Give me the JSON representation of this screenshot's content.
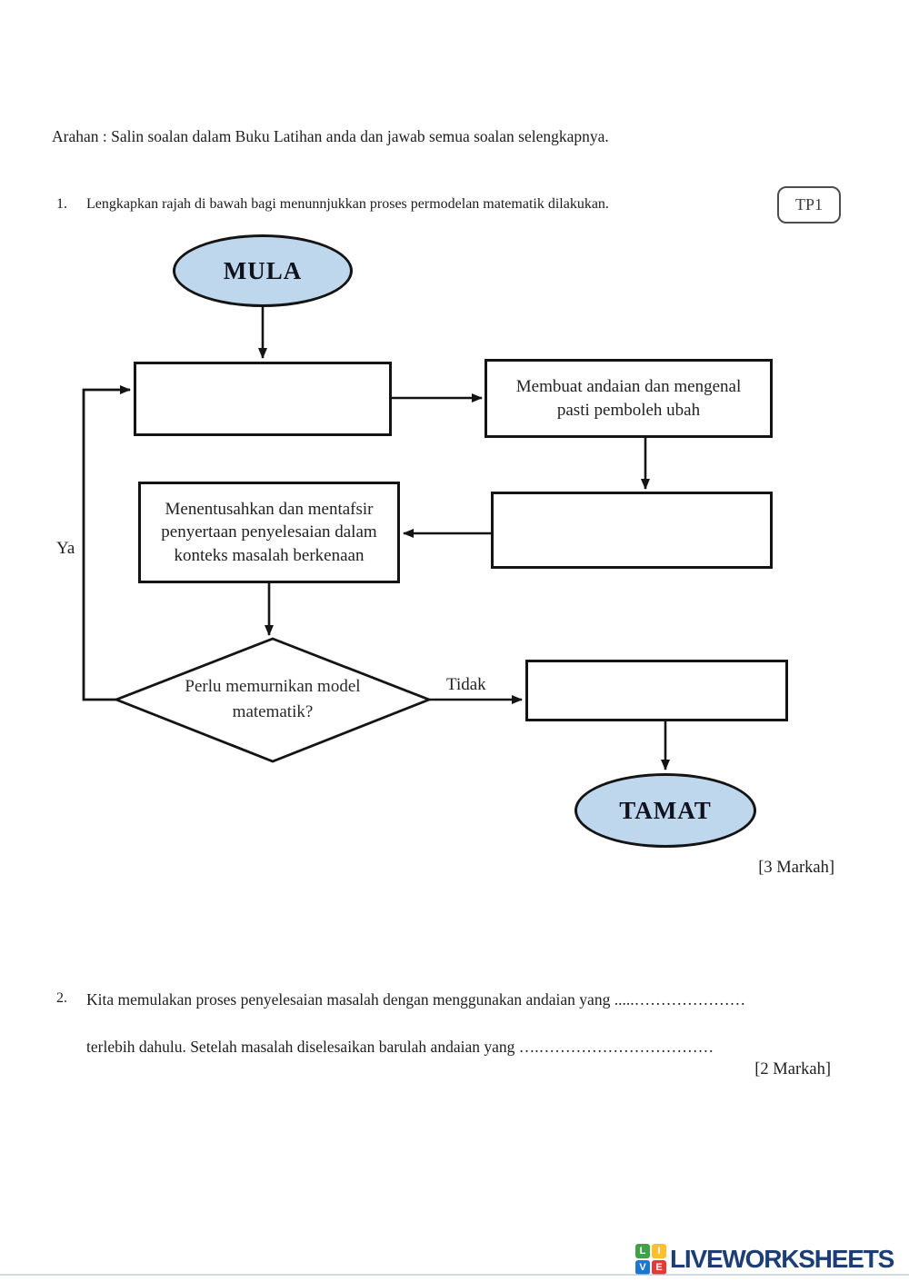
{
  "instruction": "Arahan : Salin soalan dalam Buku Latihan anda dan jawab semua soalan selengkapnya.",
  "q1": {
    "number": "1.",
    "text": "Lengkapkan rajah di bawah bagi menunnjukkan proses permodelan matematik dilakukan.",
    "badge": "TP1",
    "marks": "[3 Markah]"
  },
  "flowchart": {
    "start_label": "MULA",
    "end_label": "TAMAT",
    "answer_box_1": "",
    "box_membuat": "Membuat andaian dan mengenal pasti pemboleh ubah",
    "answer_box_2": "",
    "box_menentusahkan": "Menentusahkan dan mentafsir penyertaan penyelesaian dalam konteks masalah berkenaan",
    "decision": "Perlu memurnikan model matematik?",
    "answer_box_3": "",
    "label_yes": "Ya",
    "label_no": "Tidak",
    "oval_fill": "#bed7ec",
    "line_color": "#141414"
  },
  "q2": {
    "number": "2.",
    "line1": "Kita memulakan proses penyelesaian masalah dengan menggunakan andaian yang .....…………………",
    "line2": "terlebih dahulu. Setelah masalah diselesaikan barulah andaian yang ….……………………………",
    "marks": "[2 Markah]"
  },
  "footer": {
    "brand": "LIVEWORKSHEETS",
    "icon_letters": [
      "L",
      "I",
      "V",
      "E"
    ]
  }
}
